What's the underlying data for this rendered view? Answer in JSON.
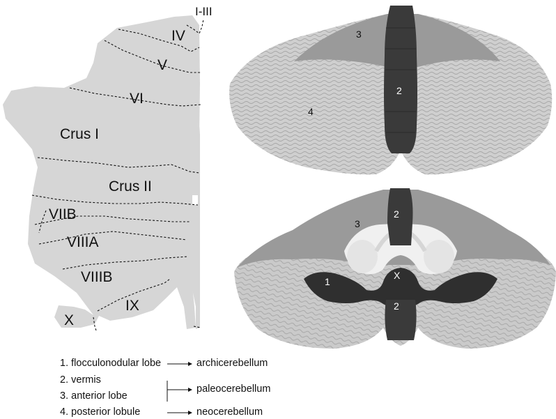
{
  "flatmap": {
    "lobules": [
      {
        "id": "I-III",
        "label": "I-III"
      },
      {
        "id": "IV",
        "label": "IV"
      },
      {
        "id": "V",
        "label": "V"
      },
      {
        "id": "VI",
        "label": "VI"
      },
      {
        "id": "CrusI",
        "label": "Crus I"
      },
      {
        "id": "CrusII",
        "label": "Crus II"
      },
      {
        "id": "VIIB",
        "label": "VIIB"
      },
      {
        "id": "VIIIA",
        "label": "VIIIA"
      },
      {
        "id": "VIIIB",
        "label": "VIIIB"
      },
      {
        "id": "IX",
        "label": "IX"
      },
      {
        "id": "X",
        "label": "X"
      }
    ]
  },
  "views": {
    "top": {
      "labels": [
        "3",
        "2",
        "4"
      ]
    },
    "bottom": {
      "labels": [
        "2",
        "3",
        "1",
        "X",
        "2"
      ]
    }
  },
  "colors": {
    "flatmap_fill": "#d6d6d6",
    "vermis": "#3a3a3a",
    "anterior": "#9a9a9a",
    "posterior": "#c4c4c4"
  },
  "legend": {
    "items": [
      {
        "num": "1.",
        "text": "flocculonodular lobe"
      },
      {
        "num": "2.",
        "text": "vermis"
      },
      {
        "num": "3.",
        "text": "anterior lobe"
      },
      {
        "num": "4.",
        "text": "posterior lobule"
      }
    ],
    "targets": [
      "archicerebellum",
      "paleocerebellum",
      "neocerebellum"
    ]
  }
}
